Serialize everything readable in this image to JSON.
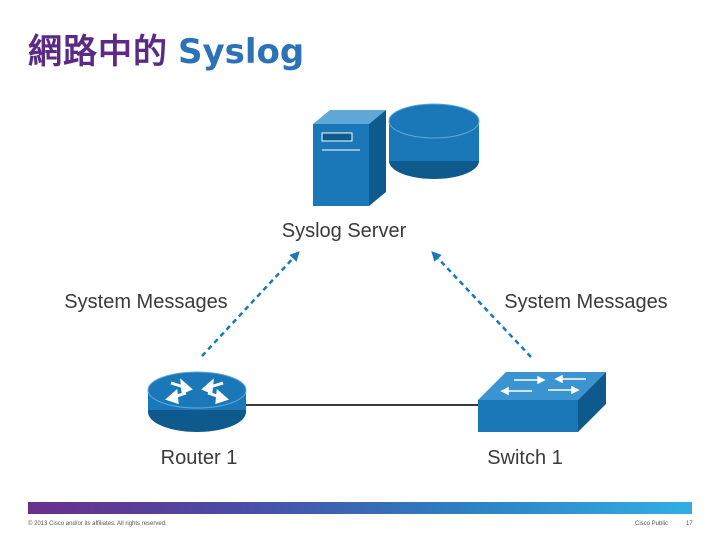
{
  "slide": {
    "title_zh": "網路中的",
    "title_en": "Syslog",
    "footer": {
      "copyright": "© 2013 Cisco and/or its affiliates. All rights reserved.",
      "classification": "Cisco Public",
      "page_number": "17"
    }
  },
  "diagram": {
    "nodes": {
      "server_label": "Syslog Server",
      "router_label": "Router 1",
      "switch_label": "Switch 1"
    },
    "edges": {
      "left_label": "System Messages",
      "right_label": "System Messages"
    }
  },
  "colors": {
    "device_blue": "#1a78b8",
    "device_dark": "#0e5a8c",
    "title_purple": "#5b2a86",
    "title_blue": "#2b72b8"
  }
}
